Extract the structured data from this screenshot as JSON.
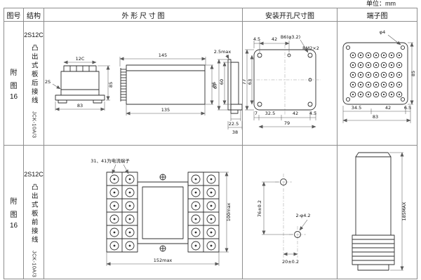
{
  "page": {
    "unit": "单位：mm"
  },
  "header": {
    "fig": "图号",
    "structure": "结构",
    "outline": "外 形 尺 寸 图",
    "install": "安装开孔尺寸图",
    "terminal": "端子图"
  },
  "rows": [
    {
      "fig": [
        "附",
        "图",
        "16"
      ],
      "model": "2S12C",
      "mounting": "凸出式板后接线",
      "type_code": "JCK-10A/3",
      "outline": {
        "c12": "12C",
        "s2": "2S",
        "h85": "85",
        "w83": "83",
        "w145": "145",
        "w135": "135",
        "h85b": "85",
        "max25": "2.5max",
        "h67": "67",
        "h60": "60",
        "d225": "22.5",
        "d38": "38"
      },
      "install": {
        "d45a": "4.5",
        "d42a": "42",
        "b6": "B6(φ3.2)",
        "rm2": "RM2×2",
        "d77": "77",
        "d63": "63",
        "d7": "7",
        "d325": "32.5",
        "d42b": "42",
        "d45b": "4.5",
        "d79": "79"
      },
      "terminal": {
        "phi4": "φ4",
        "d85": "85",
        "d345": "34.5",
        "d42": "42",
        "d65": "6.5",
        "d83": "83"
      }
    },
    {
      "fig": [
        "附",
        "图",
        "16"
      ],
      "model": "2S12C",
      "mounting": "凸出式板前接线",
      "type_code": "JCK-10A/3",
      "outline": {
        "note": "31、41为电流端子",
        "h100": "100max",
        "w152": "152max"
      },
      "install": {
        "d76": "76±0.2",
        "holes": "2-φ4.2",
        "d20": "20±0.2"
      },
      "terminal": {
        "h185": "185MAX"
      }
    }
  ]
}
